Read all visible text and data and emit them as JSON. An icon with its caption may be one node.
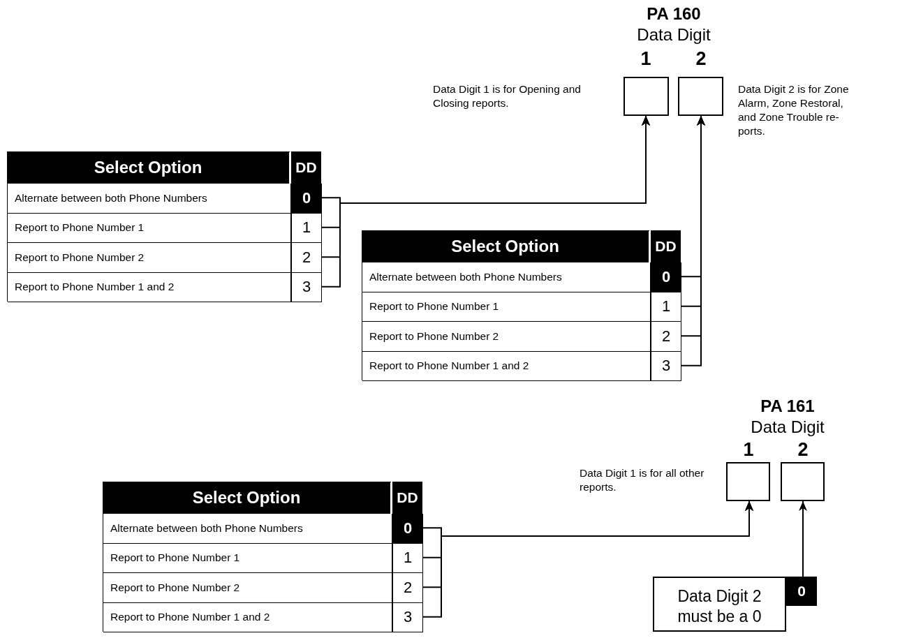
{
  "diagram": {
    "nodes": [
      {
        "text": [
          "Select Option",
          "DD"
        ]
      },
      {
        "text": [
          "Alternate between both Phone Numbers"
        ],
        "in": 0
      },
      {
        "text": [
          "0"
        ],
        "in": 0
      },
      {
        "text": [
          "Report to Phone Number 1"
        ],
        "in": 0
      },
      {
        "text": [
          "1"
        ],
        "in": 0
      },
      {
        "text": [
          "Report to Phone Number 2"
        ],
        "in": 0
      },
      {
        "text": [
          "2"
        ],
        "in": 0
      },
      {
        "text": [
          "Report to Phone Number 1 and 2"
        ],
        "in": 0
      },
      {
        "text": [
          "3"
        ],
        "in": 0
      },
      {
        "text": [
          "Select Option",
          "DD"
        ]
      },
      {
        "text": [
          "Alternate between both Phone Numbers"
        ],
        "in": 9
      },
      {
        "text": [
          "0"
        ],
        "in": 9
      },
      {
        "text": [
          "Report to Phone Number 1"
        ],
        "in": 9
      },
      {
        "text": [
          "1"
        ],
        "in": 9
      },
      {
        "text": [
          "Report to Phone Number 2"
        ],
        "in": 9
      },
      {
        "text": [
          "2"
        ],
        "in": 9
      },
      {
        "text": [
          "Report to Phone Number 1 and 2"
        ],
        "in": 9
      },
      {
        "text": [
          "3"
        ],
        "in": 9
      },
      {
        "text": [
          "Select Option",
          "DD"
        ]
      },
      {
        "text": [
          "Alternate between both Phone Numbers"
        ],
        "in": 18
      },
      {
        "text": [
          "0"
        ],
        "in": 18
      },
      {
        "text": [
          "Report to Phone Number 1"
        ],
        "in": 18
      },
      {
        "text": [
          "1"
        ],
        "in": 18
      },
      {
        "text": [
          "Report to Phone Number 2"
        ],
        "in": 18
      },
      {
        "text": [
          "2"
        ],
        "in": 18
      },
      {
        "text": [
          "Report to Phone Number 1 and 2"
        ],
        "in": 18
      },
      {
        "text": [
          "3"
        ],
        "in": 18
      },
      {
        "text": [],
        "shape": "box",
        "beside": [
          "1",
          "Data Digit 1 is for Opening and Closing reports."
        ]
      },
      {
        "text": [],
        "shape": "box",
        "beside": [
          "2",
          "Data Digit 2 is for Zone Alarm, Zone Restoral, and Zone Trouble re- ports."
        ]
      },
      {
        "text": [],
        "shape": "box",
        "beside": [
          "1",
          "Data Digit 1 is for all other reports."
        ]
      },
      {
        "text": [],
        "shape": "box",
        "beside": [
          "2"
        ]
      },
      {
        "text": [
          "Data Digit 2 must be a 0",
          "0"
        ]
      }
    ],
    "edges": [
      {
        "from": 2,
        "to": 27,
        "arrow": "to"
      },
      {
        "from": 4,
        "to": 27,
        "arrow": "to"
      },
      {
        "from": 6,
        "to": 27,
        "arrow": "to"
      },
      {
        "from": 8,
        "to": 27,
        "arrow": "to"
      },
      {
        "from": 11,
        "to": 28,
        "arrow": "to"
      },
      {
        "from": 13,
        "to": 28,
        "arrow": "to"
      },
      {
        "from": 15,
        "to": 28,
        "arrow": "to"
      },
      {
        "from": 17,
        "to": 28,
        "arrow": "to"
      },
      {
        "from": 20,
        "to": 29,
        "arrow": "to"
      },
      {
        "from": 22,
        "to": 29,
        "arrow": "to"
      },
      {
        "from": 24,
        "to": 29,
        "arrow": "to"
      },
      {
        "from": 26,
        "to": 29,
        "arrow": "to"
      },
      {
        "from": 31,
        "to": 30,
        "arrow": "to"
      }
    ],
    "labels": [
      "PA 160",
      "Data Digit",
      "PA 161",
      "Data Digit"
    ]
  }
}
